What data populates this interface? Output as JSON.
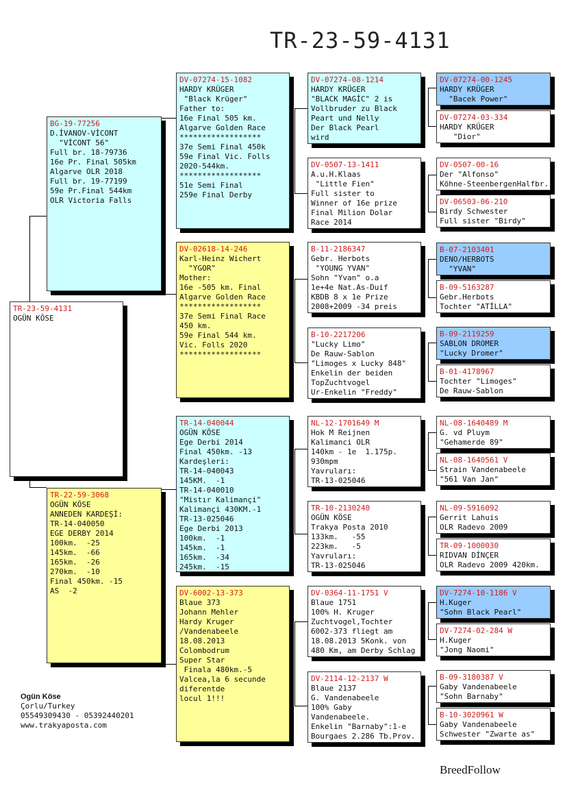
{
  "title": "TR-23-59-4131",
  "boxes": {
    "subject": {
      "id": "TR-23-59-4131",
      "lines": [
        "OGÜN KÖSE"
      ]
    },
    "sire": {
      "id": "BG-19-77256",
      "lines": [
        "D.İVANOV-VİCONT",
        "  \"VİCONT 56\"",
        "Full br. 18-79736",
        "16e Pr. Final 505km",
        "Algarve OLR 2018",
        "Full br. 19-77199",
        "59e Pr.Final 544km",
        "OLR Victoria Falls"
      ]
    },
    "dam": {
      "id": "TR-22-59-3068",
      "lines": [
        "OGÜN KÖSE",
        "ANNEDEN KARDEŞİ:",
        "TR-14-040050",
        "EGE DERBY 2014",
        "100km.  -25",
        "145km.  -66",
        "165km.  -26",
        "270km.  -10",
        "Final 450km. -15",
        "AS  -2"
      ]
    },
    "ss": {
      "id": "DV-07274-15-1082",
      "lines": [
        "HARDY KRÜGER",
        " \"Black Krüger\"",
        "Father to:",
        "16e Final 505 km.",
        "Algarve Golden Race",
        "******************",
        "37e Semi Final 450k",
        "59e Final Vic. Folls",
        "2020-544km.",
        "******************",
        "51e Semi Final",
        "259e Final Derby"
      ]
    },
    "sd": {
      "id": "DV-02618-14-246",
      "lines": [
        "Karl-Heinz Wichert",
        "  \"YGOR\"",
        "Mother:",
        "16e -505 km. Final",
        "Algarve Golden Race",
        "******************",
        "37e Semi Final Race",
        "450 km.",
        "59e Final 544 km.",
        "Vic. Folls 2020",
        "******************"
      ]
    },
    "ds": {
      "id": "TR-14-040044",
      "lines": [
        "OGÜN KÖSE",
        "Ege Derbi 2014",
        "Final 450km. -13",
        "Kardeşleri:",
        "TR-14-040043",
        "145KM.  -1",
        "TR-14-040010",
        "\"Mistır Kalimançi\"",
        "Kalimançi 430KM.-1",
        "TR-13-025046",
        "Ege Derbi 2013",
        "100km.  -1",
        "145km.  -1",
        "165km.  -34",
        "245km.  -15"
      ]
    },
    "dd": {
      "id": "DV-6002-13-373",
      "lines": [
        "Blaue 373",
        "Johann Mehler",
        "Hardy Kruger",
        "/Vandenabeele",
        "18.08.2013",
        "Colombodrum",
        "Super Star",
        " Finala 480km.-5",
        "Valcea,la 6 secunde",
        "diferentde",
        "locul 1!!!"
      ]
    },
    "sss": {
      "id": "DV-07274-08-1214",
      "lines": [
        "HARDY KRÜGER",
        "\"BLACK MAGİC\" 2 is",
        "Vollbruder zu Black",
        "Peart und Nelly",
        "Der Black Pearl",
        "wird"
      ]
    },
    "ssd": {
      "id": "DV-0507-13-1411",
      "lines": [
        "A.u.H.Klaas",
        " \"Little Fien\"",
        "Full sister to",
        "Winner of 16e prize",
        "Final Milion Dolar",
        "Race 2014"
      ]
    },
    "sds": {
      "id": "B-11-2186347",
      "lines": [
        "Gebr. Herbots",
        " \"YOUNG YVAN\"",
        "Sohn \"Yvan\" o.a",
        "1e+4e Nat.As-Duif",
        "KBDB 8 x 1e Prize",
        "2008+2009 -34 preis"
      ]
    },
    "sdd": {
      "id": "B-10-2217206",
      "lines": [
        "\"Lucky Limo\"",
        "De Rauw-Sablon",
        "\"Limoges x Lucky 848\"",
        "Enkelin der beiden",
        "TopZuchtvogel",
        "Ur-Enkelin \"Freddy\""
      ]
    },
    "dss": {
      "id": "NL-12-1701649 M",
      "lines": [
        "Hok M Reijnen",
        "Kalimanci OLR",
        "140km - 1e  1.175p.",
        "930mpm",
        "Yavruları:",
        "TR-13-025046"
      ]
    },
    "dsd": {
      "id": "TR-10-2130240",
      "lines": [
        "OGÜN KÖSE",
        "Trakya Posta 2010",
        "133km.   -55",
        "223km.   -5",
        "Yavruları:",
        "TR-13-025046"
      ]
    },
    "dds": {
      "id": "DV-0364-11-1751 V",
      "lines": [
        "Blaue 1751",
        "100% H. Kruger",
        "Zuchtvogel,Tochter",
        "6002-373 fliegt am",
        "18.08.2013 5Konk. von",
        "480 Km, am Derby Schlag"
      ]
    },
    "ddd": {
      "id": "DV-2114-12-2137 W",
      "lines": [
        "Blaue 2137",
        "G. Vandenabeele",
        "100% Gaby",
        "Vandenabeele.",
        "Enkelin \"Barnaby\":1-e",
        "Bourgaes 2.286 Tb.Prov."
      ]
    },
    "g1": {
      "id": "DV-07274-00-1245",
      "lines": [
        "HARDY KRÜGER",
        "  \"Bacek Power\""
      ]
    },
    "g2": {
      "id": "DV-07274-03-334",
      "lines": [
        "HARDY KRÜGER",
        "   \"Dior\""
      ]
    },
    "g3": {
      "id": "DV-0507-00-16",
      "lines": [
        "Der \"Alfonso\"",
        "Köhne-SteenbergenHalfbr."
      ]
    },
    "g4": {
      "id": "DV-06503-06-210",
      "lines": [
        "Birdy Schwester",
        "Full sister \"Birdy\""
      ]
    },
    "g5": {
      "id": "B-07-2103401",
      "lines": [
        "DENO/HERBOTS",
        "  \"YVAN\""
      ]
    },
    "g6": {
      "id": "B-09-5163287",
      "lines": [
        "Gebr.Herbots",
        "Tochter \"ATİLLA\""
      ]
    },
    "g7": {
      "id": "B-09-2119259",
      "lines": [
        "SABLON DROMER",
        "\"Lucky Dromer\""
      ]
    },
    "g8": {
      "id": "B-01-4178967",
      "lines": [
        "Tochter \"Limoges\"",
        "De Rauw-Sablon"
      ]
    },
    "g9": {
      "id": "NL-08-1640489 M",
      "lines": [
        "G. vd Pluym",
        "\"Gehamerde 89\""
      ]
    },
    "g10": {
      "id": "NL-08-1640561 V",
      "lines": [
        "Strain Vandenabeele",
        "\"561 Van Jan\""
      ]
    },
    "g11": {
      "id": "NL-09-5916092",
      "lines": [
        "Gerrit Lahuis",
        "OLR Radevo 2009"
      ]
    },
    "g12": {
      "id": "TR-09-1000030",
      "lines": [
        "RIDVAN DİNÇER",
        "OLR Radevo 2009 420km."
      ]
    },
    "g13": {
      "id": "DV-7274-10-1186 V",
      "lines": [
        "H.Kuger",
        "\"Sohn Black Pearl\""
      ]
    },
    "g14": {
      "id": "DV-7274-02-284 W",
      "lines": [
        "H.Kuger",
        "\"Jong Naomi\""
      ]
    },
    "g15": {
      "id": "B-09-3180387 V",
      "lines": [
        "Gaby Vandenabeele",
        "\"Sohn Barnaby\""
      ]
    },
    "g16": {
      "id": "B-10-3020961 W",
      "lines": [
        "Gaby Vandenabeele",
        "Schwester \"Zwarte as\""
      ]
    }
  },
  "owner": {
    "name": "Ogün Köse",
    "city": "Çorlu/Turkey",
    "phones": "05549309430 - 05392440201",
    "website": "www.trakyaposta.com"
  },
  "brand": "BreedFollow",
  "colors": {
    "cyan": "#ccffff",
    "yellow": "#ffff99",
    "blue": "#99ccff",
    "id_red": "#d01c1c"
  }
}
